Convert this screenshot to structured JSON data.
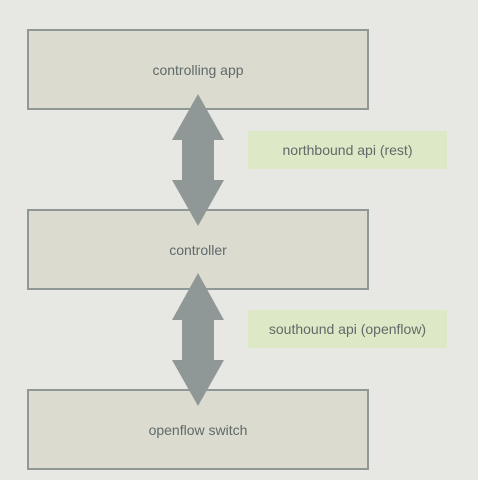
{
  "diagram": {
    "nodes": [
      {
        "id": "app",
        "label": "controlling app"
      },
      {
        "id": "controller",
        "label": "controller"
      },
      {
        "id": "switch",
        "label": "openflow switch"
      }
    ],
    "edges": [
      {
        "from": "app",
        "to": "controller",
        "direction": "bidirectional",
        "label": "northbound api (rest)"
      },
      {
        "from": "controller",
        "to": "switch",
        "direction": "bidirectional",
        "label": "southound api (openflow)"
      }
    ],
    "colors": {
      "background": "#e7e8e4",
      "node_fill": "#dbdbcf",
      "node_border": "#8f9897",
      "arrow": "#8f9897",
      "edge_label_fill": "#dde8c6",
      "text": "#5f6a69"
    }
  }
}
